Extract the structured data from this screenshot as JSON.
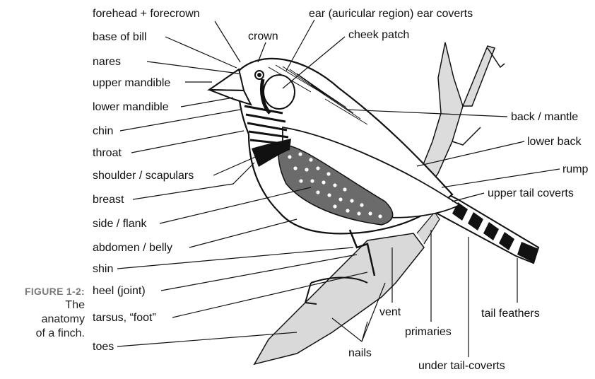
{
  "figure": {
    "number": "FIGURE 1-2:",
    "caption_line1": "The",
    "caption_line2": "anatomy",
    "caption_line3": "of a finch."
  },
  "labels": {
    "forehead": "forehead + forecrown",
    "base_of_bill": "base of bill",
    "nares": "nares",
    "upper_mandible": "upper mandible",
    "lower_mandible": "lower mandible",
    "chin": "chin",
    "throat": "throat",
    "shoulder": "shoulder / scapulars",
    "breast": "breast",
    "side_flank": "side / flank",
    "abdomen": "abdomen / belly",
    "shin": "shin",
    "heel": "heel (joint)",
    "tarsus": "tarsus, “foot”",
    "toes": "toes",
    "crown": "crown",
    "ear": "ear (auricular region) ear coverts",
    "cheek": "cheek patch",
    "back": "back / mantle",
    "lower_back": "lower back",
    "rump": "rump",
    "upper_tail": "upper tail coverts",
    "tail": "tail feathers",
    "vent": "vent",
    "primaries": "primaries",
    "nails": "nails",
    "under_tail": "under tail-coverts"
  },
  "colors": {
    "ink": "#111111",
    "wing_gray": "#6b6b6b",
    "branch_gray": "#d9d9d9",
    "caption_gray": "#7a7a7a"
  }
}
